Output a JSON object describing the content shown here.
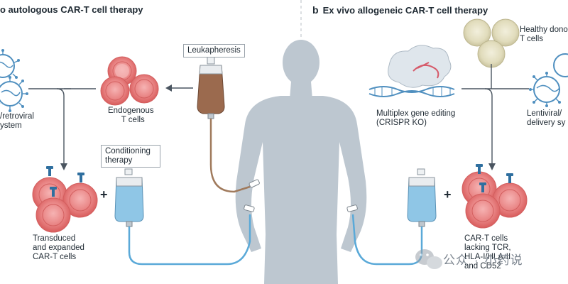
{
  "panel_a": {
    "title_letter": "a",
    "title": "o autologous CAR-T cell therapy",
    "leukapheresis": "Leukapheresis",
    "endogenous_line1": "Endogenous",
    "endogenous_line2": "T cells",
    "vector_line1": "/retroviral",
    "vector_line2": "ystem",
    "conditioning_line1": "Conditioning",
    "conditioning_line2": "therapy",
    "transduced_line1": "Transduced",
    "transduced_line2": "and expanded",
    "transduced_line3": "CAR-T cells",
    "plus": "+"
  },
  "panel_b": {
    "title_letter": "b",
    "title": "Ex vivo allogeneic CAR-T cell therapy",
    "healthy_line1": "Healthy dono",
    "healthy_line2": "T cells",
    "editing_line1": "Multiplex gene editing",
    "editing_line2": "(CRISPR KO)",
    "vector_line1": "Lentiviral/",
    "vector_line2": "delivery sy",
    "cart_line1": "CAR-T cells",
    "cart_line2": "lacking TCR,",
    "cart_line3": "HLA-I/HLA-II",
    "cart_line4": "and CD52",
    "plus": "+"
  },
  "watermark": {
    "text1": "公众",
    "separator": "·",
    "text2": "小药说"
  },
  "colors": {
    "rbc": "#e46e6e",
    "rbc_light": "#f3a6a6",
    "donor_cell": "#dcd6b4",
    "blood_bag": "#9b6a4e",
    "saline_bag": "#8fc6e6",
    "tube_blue": "#5aa9d8",
    "tube_brown": "#a07a5c",
    "silhouette": "#bcc6cf",
    "receptor": "#2f6f9f",
    "virus": "#4f8fbf",
    "dna": "#6fa8d0",
    "guide": "#d65a6a"
  }
}
